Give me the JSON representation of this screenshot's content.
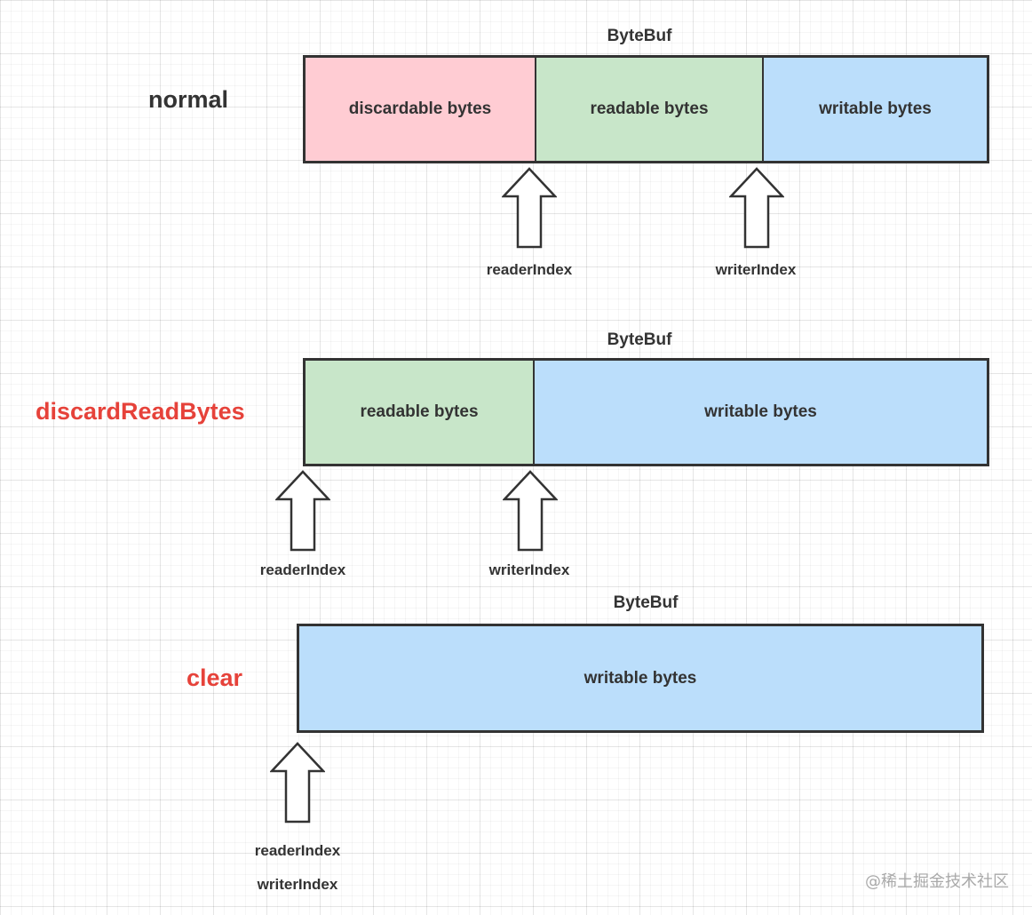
{
  "diagrams": [
    {
      "title": "ByteBuf",
      "state_label": "normal",
      "segments": [
        "discardable bytes",
        "readable bytes",
        "writable bytes"
      ],
      "indices": [
        "readerIndex",
        "writerIndex"
      ]
    },
    {
      "title": "ByteBuf",
      "state_label": "discardReadBytes",
      "segments": [
        "readable bytes",
        "writable bytes"
      ],
      "indices": [
        "readerIndex",
        "writerIndex"
      ]
    },
    {
      "title": "ByteBuf",
      "state_label": "clear",
      "segments": [
        "writable bytes"
      ],
      "indices": [
        "readerIndex",
        "writerIndex"
      ]
    }
  ],
  "watermark": "@稀土掘金技术社区",
  "colors": {
    "discardable": "#ffccd3",
    "readable": "#c8e6c9",
    "writable": "#bbdefb",
    "accent_label": "#e6423a",
    "outline": "#333333"
  },
  "icons": {
    "pointer": "up-arrow-icon"
  }
}
